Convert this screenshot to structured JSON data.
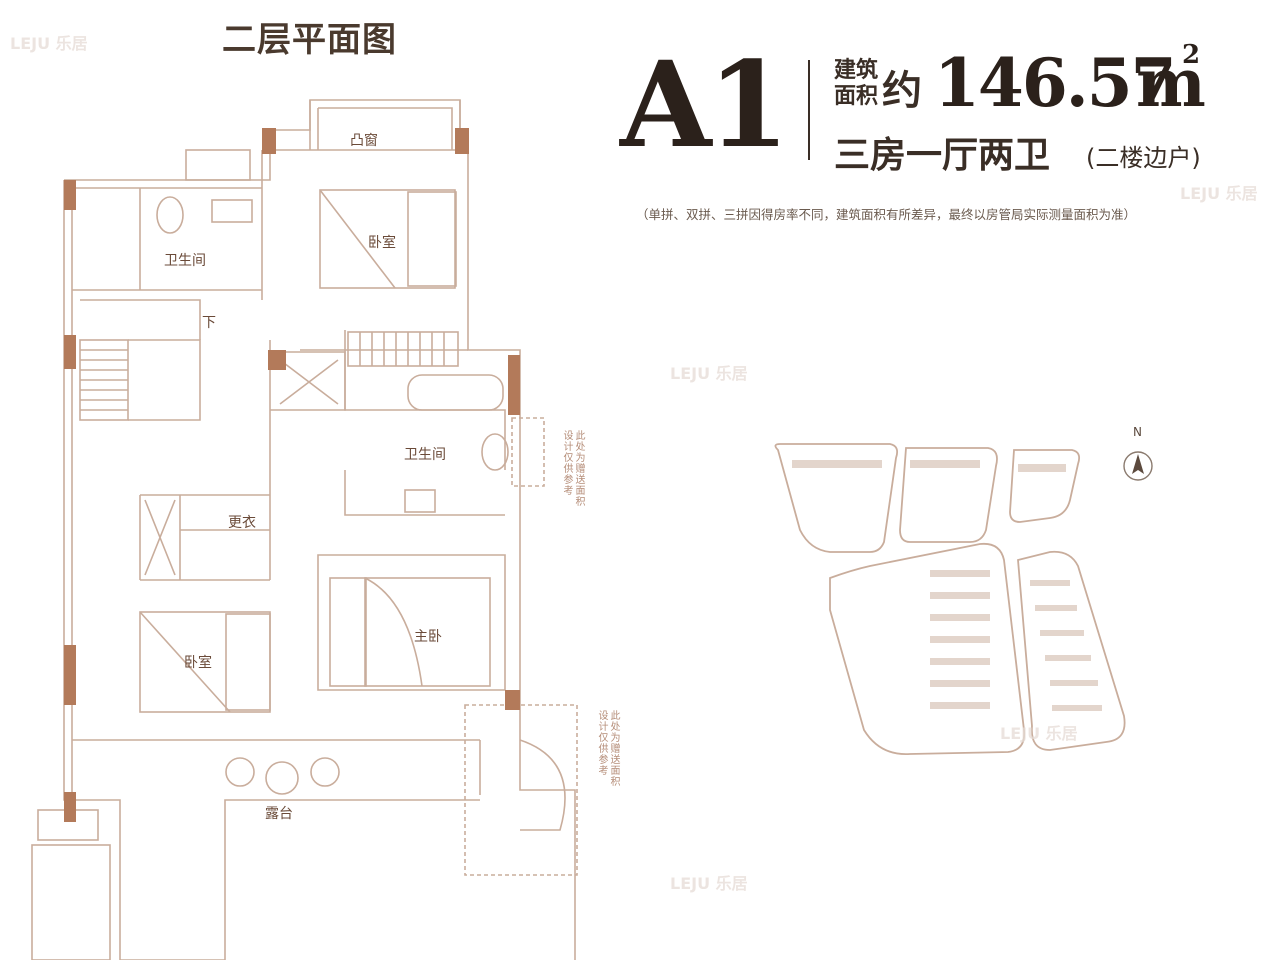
{
  "floor_title": "二层平面图",
  "unit": {
    "code": "A1",
    "area_label_line1": "建筑",
    "area_label_line2": "面积",
    "area_prefix": "约",
    "area_value": "146.57",
    "area_unit": "m",
    "area_unit_sup": "2",
    "layout": "三房一厅两卫",
    "layout_note": "(二楼边户)"
  },
  "disclaimer": "（单拼、双拼、三拼因得房率不同，建筑面积有所差异，最终以房管局实际测量面积为准）",
  "rooms": {
    "bathroom_1": "卫生间",
    "stairs_down": "下",
    "bay_window": "凸窗",
    "bedroom_1": "卧室",
    "bathroom_2": "卫生间",
    "dressing": "更衣",
    "master_bedroom": "主卧",
    "bedroom_2": "卧室",
    "terrace": "露台"
  },
  "side_notes": {
    "note_1a": "此处为赠送面积",
    "note_1b": "设计仅供参考",
    "note_2a": "此处为赠送面积",
    "note_2b": "设计仅供参考"
  },
  "compass_label": "N",
  "watermark": {
    "brand_en": "LEJU",
    "brand_cn": "乐居"
  },
  "colors": {
    "wall": "#c9ad9c",
    "wall_accent": "#b37a5a",
    "text": "#3a2e26"
  }
}
